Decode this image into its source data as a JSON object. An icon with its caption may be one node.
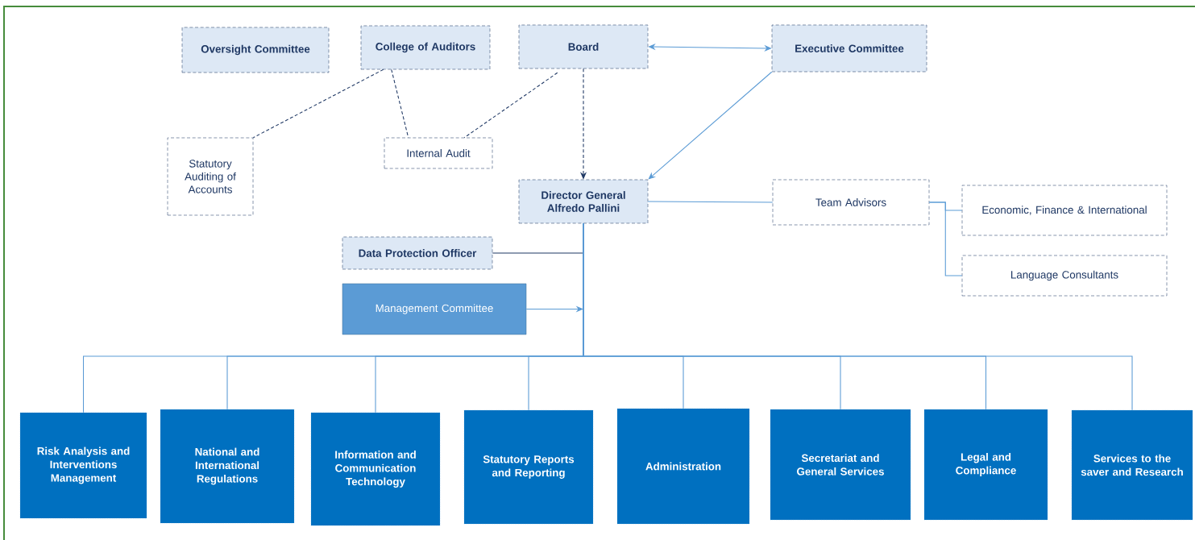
{
  "diagram": {
    "nodes": [
      {
        "text": [
          "Oversight Committee"
        ]
      },
      {
        "text": [
          "College of Auditors"
        ]
      },
      {
        "text": [
          "Board"
        ]
      },
      {
        "text": [
          "Executive Committee"
        ]
      },
      {
        "text": [
          "Statutory Auditing of Accounts"
        ]
      },
      {
        "text": [
          "Internal Audit"
        ]
      },
      {
        "text": [
          "Director General Alfredo Pallini"
        ]
      },
      {
        "text": [
          "Team Advisors"
        ]
      },
      {
        "text": [
          "Economic, Finance & International"
        ]
      },
      {
        "text": [
          "Language Consultants"
        ]
      },
      {
        "text": [
          "Data Protection Officer"
        ]
      },
      {
        "text": [
          "Management Committee"
        ]
      },
      {
        "text": [
          "Risk Analysis and Interventions Management"
        ]
      },
      {
        "text": [
          "National and International Regulations"
        ]
      },
      {
        "text": [
          "Information and Communication Technology"
        ]
      },
      {
        "text": [
          "Statutory Reports and Reporting"
        ]
      },
      {
        "text": [
          "Administration"
        ]
      },
      {
        "text": [
          "Secretariat and General Services"
        ]
      },
      {
        "text": [
          "Legal and Compliance"
        ]
      },
      {
        "text": [
          "Services to the saver and Research"
        ]
      }
    ],
    "edges": [
      {
        "from": 1,
        "to": 4,
        "arrow": "none",
        "style": "dashed",
        "color": "#1f3864"
      },
      {
        "from": 1,
        "to": 5,
        "arrow": "none",
        "style": "dashed",
        "color": "#1f3864"
      },
      {
        "from": 2,
        "to": 5,
        "arrow": "none",
        "style": "dashed",
        "color": "#1f3864"
      },
      {
        "from": 2,
        "to": 6,
        "arrow": "to",
        "style": "dashed",
        "color": "#1f3864"
      },
      {
        "from": 2,
        "to": 3,
        "arrow": "both"
      },
      {
        "from": 3,
        "to": 6,
        "arrow": "to"
      },
      {
        "from": 6,
        "to": 7,
        "arrow": "none"
      },
      {
        "from": 7,
        "to": 8,
        "arrow": "none"
      },
      {
        "from": 7,
        "to": 9,
        "arrow": "none"
      },
      {
        "from": 10,
        "to": 6,
        "arrow": "none",
        "color": "#1f3864"
      },
      {
        "from": 11,
        "to": null,
        "arrow": "to"
      },
      {
        "from": 6,
        "to": 12,
        "arrow": "none"
      },
      {
        "from": 6,
        "to": 13,
        "arrow": "none"
      },
      {
        "from": 6,
        "to": 14,
        "arrow": "none"
      },
      {
        "from": 6,
        "to": 15,
        "arrow": "none"
      },
      {
        "from": 6,
        "to": 16,
        "arrow": "none"
      },
      {
        "from": 6,
        "to": 17,
        "arrow": "none"
      },
      {
        "from": 6,
        "to": 18,
        "arrow": "none"
      },
      {
        "from": 6,
        "to": 19,
        "arrow": "none"
      }
    ]
  }
}
